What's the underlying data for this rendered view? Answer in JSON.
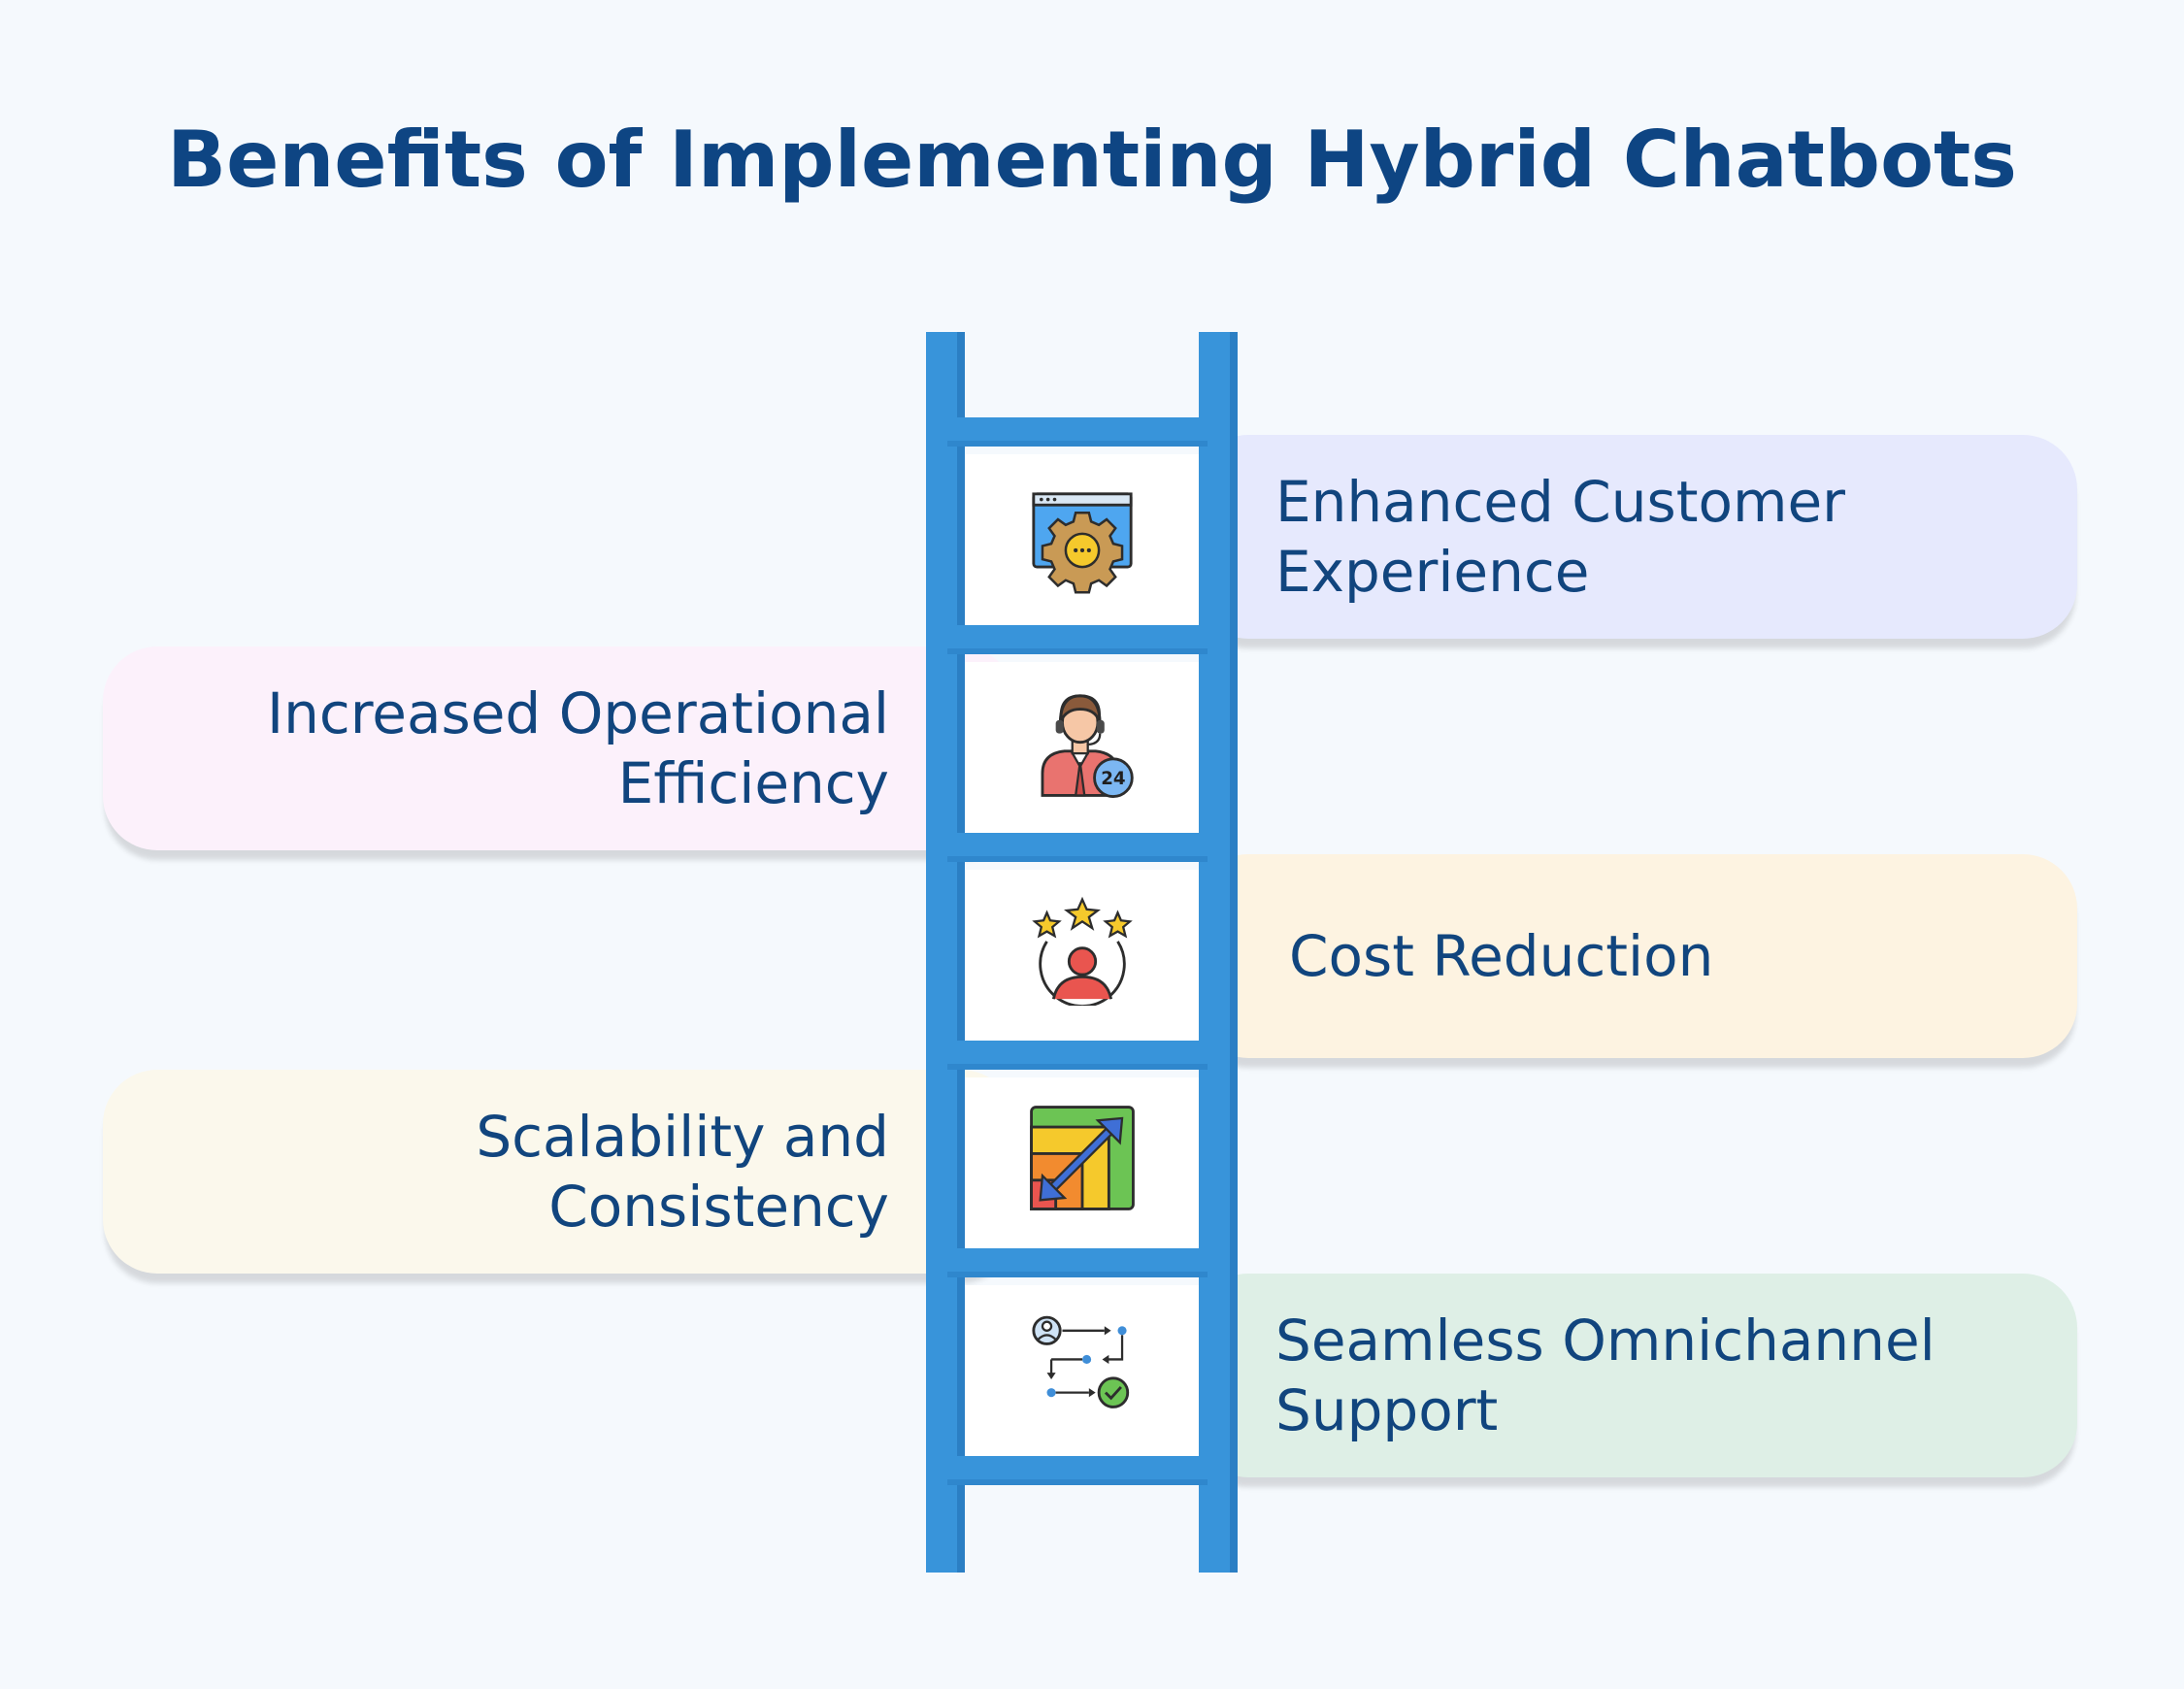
{
  "title": "Benefits of Implementing Hybrid Chatbots",
  "colors": {
    "title": "#0e4583",
    "text": "#11457e",
    "ladder": "#3894da",
    "card_1": "#e6e9fd",
    "card_2": "#fcf1fb",
    "card_3": "#fdf3e1",
    "card_4": "#fbf8ec",
    "card_5": "#deefe6"
  },
  "benefits": [
    {
      "lines": [
        "Enhanced Customer",
        "Experience"
      ],
      "side": "right",
      "icon": "gear-window-icon"
    },
    {
      "lines": [
        "Increased Operational",
        "Efficiency"
      ],
      "side": "left",
      "icon": "support-agent-24-icon"
    },
    {
      "lines": [
        "Cost Reduction"
      ],
      "side": "right",
      "icon": "star-rating-user-icon"
    },
    {
      "lines": [
        "Scalability and",
        "Consistency"
      ],
      "side": "left",
      "icon": "scaling-chart-icon"
    },
    {
      "lines": [
        "Seamless Omnichannel",
        "Support"
      ],
      "side": "right",
      "icon": "workflow-check-icon"
    }
  ],
  "icon_labels": {
    "support_hours": "24"
  }
}
